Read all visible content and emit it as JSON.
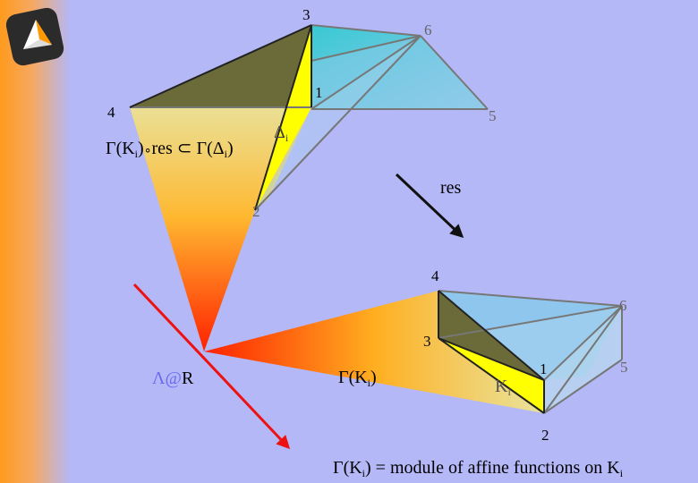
{
  "colors": {
    "background": "#b4b8f6",
    "left_bar_orange": "#ff9a1e",
    "cyan_face": "#33cccc",
    "olive_face": "#6b6b3a",
    "yellow_face": "#ffff00",
    "arrow_red": "#ee1111",
    "arrow_black": "#111111"
  },
  "logo": {
    "icon": "rounded-square-triangle-logo"
  },
  "upper_polytope": {
    "vertices": {
      "v3": "3",
      "v6": "6",
      "v1": "1",
      "v4": "4",
      "v5": "5",
      "v2": "2"
    },
    "face_label": {
      "main": "Δ",
      "sub": "i"
    }
  },
  "lower_polytope": {
    "vertices": {
      "v4": "4",
      "v6": "6",
      "v3": "3",
      "v1": "1",
      "v5": "5",
      "v2": "2"
    },
    "face_label": {
      "main": "K",
      "sub": "i"
    }
  },
  "formula_upper": {
    "part1": "Γ(K",
    "sub1": "i",
    "part2": ")",
    "compose": "∘",
    "part3": "res  ⊂  Γ(Δ",
    "sub2": "i",
    "part4": ")"
  },
  "res_label": "res",
  "lambda_label": {
    "lambda": "Λ",
    "at": "@",
    "r": "R"
  },
  "gamma_k_label": {
    "part1": "Γ(K",
    "sub": "i",
    "part2": ")"
  },
  "bottom_caption": {
    "part1": "Γ(K",
    "sub1": "i",
    "part2": ") = module of affine functions on K",
    "sub2": "i"
  }
}
